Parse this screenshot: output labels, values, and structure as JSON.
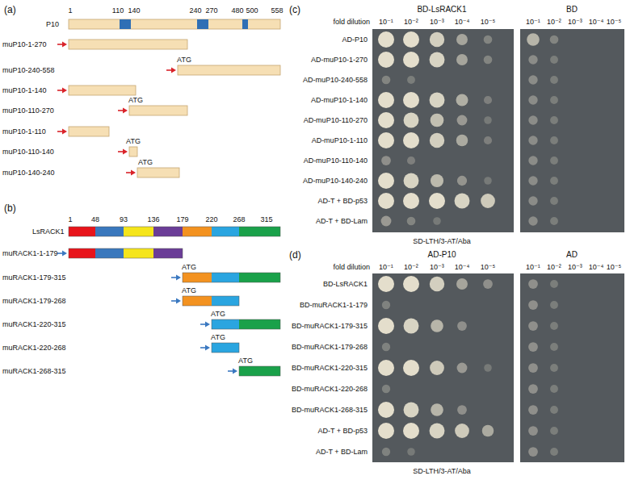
{
  "diagram": {
    "labels": [
      "(a)",
      "1",
      "110",
      "140",
      "240",
      "270",
      "480",
      "500",
      "558",
      "P10",
      "muP10-1-270",
      "ATG",
      "muP10-240-558",
      "muP10-1-140",
      "ATG",
      "muP10-110-270",
      "muP10-1-110",
      "ATG",
      "muP10-110-140",
      "ATG",
      "muP10-140-240",
      "(b)",
      "1",
      "48",
      "93",
      "136",
      "179",
      "220",
      "268",
      "315",
      "LsRACK1",
      "muRACK1-1-179",
      "ATG",
      "muRACK1-179-315",
      "ATG",
      "muRACK1-179-268",
      "ATG",
      "muRACK1-220-315",
      "ATG",
      "muRACK1-220-268",
      "ATG",
      "muRACK1-268-315",
      "(c)",
      "BD-LsRACK1",
      "BD",
      "fold dilution",
      "10⁻¹",
      "10⁻²",
      "10⁻³",
      "10⁻⁴",
      "10⁻⁵",
      "10⁻¹",
      "10⁻²",
      "10⁻³",
      "10⁻⁴",
      "10⁻⁵",
      "AD-P10",
      "AD-muP10-1-270",
      "AD-muP10-240-558",
      "AD-muP10-1-140",
      "AD-muP10-110-270",
      "AD-muP10-1-110",
      "AD-muP10-110-140",
      "AD-muP10-140-240",
      "AD-T + BD-p53",
      "AD-T + BD-Lam",
      "SD-LTH/3-AT/Aba",
      "(d)",
      "AD-P10",
      "AD",
      "fold dilution",
      "10⁻¹",
      "10⁻²",
      "10⁻³",
      "10⁻⁴",
      "10⁻⁵",
      "10⁻¹",
      "10⁻²",
      "10⁻³",
      "10⁻⁴",
      "10⁻⁵",
      "BD-LsRACK1",
      "BD-muRACK1-1-179",
      "BD-muRACK1-179-315",
      "BD-muRACK1-179-268",
      "BD-muRACK1-220-315",
      "BD-muRACK1-220-268",
      "BD-muRACK1-268-315",
      "AD-T + BD-p53",
      "AD-T + BD-Lam",
      "SD-LTH/3-AT/Aba"
    ]
  }
}
